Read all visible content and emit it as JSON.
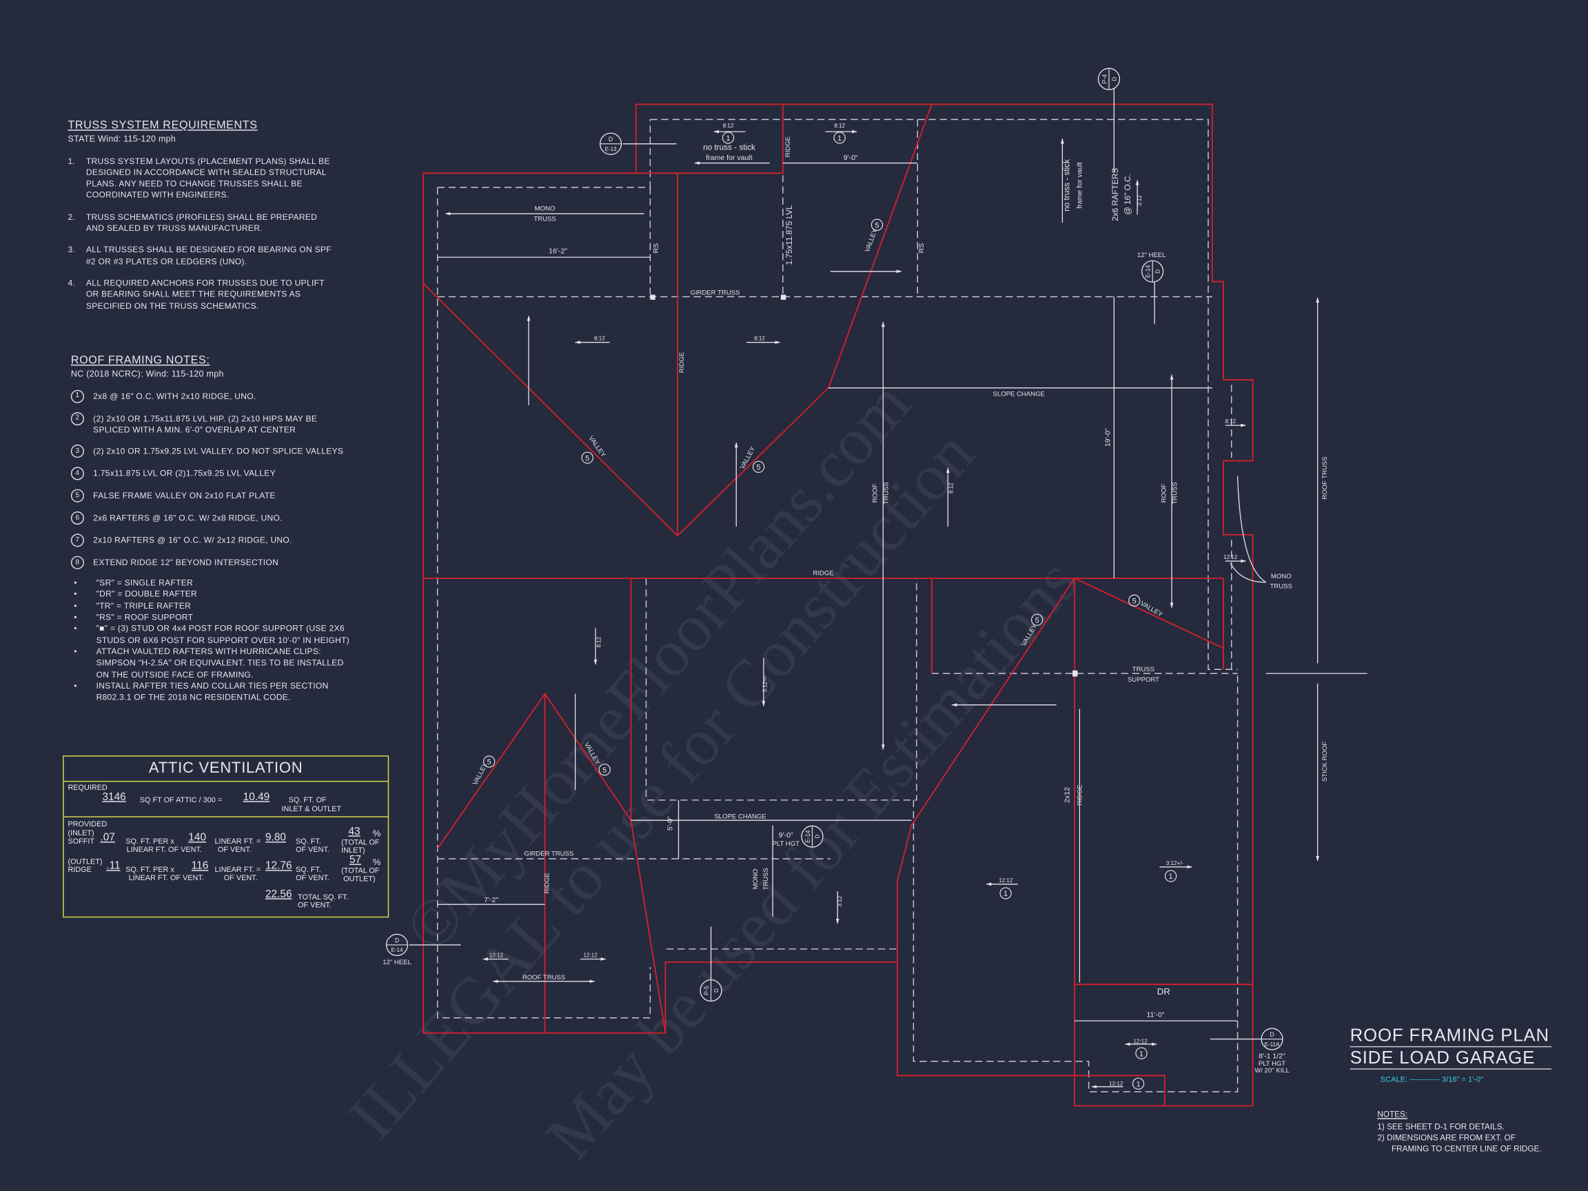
{
  "truss_requirements": {
    "heading": "TRUSS SYSTEM REQUIREMENTS",
    "subheading": "STATE Wind: 115-120 mph",
    "items": [
      {
        "num": "1.",
        "text": "TRUSS SYSTEM LAYOUTS (PLACEMENT PLANS) SHALL BE DESIGNED IN ACCORDANCE WITH SEALED STRUCTURAL PLANS. ANY NEED TO CHANGE TRUSSES SHALL BE COORDINATED WITH ENGINEERS."
      },
      {
        "num": "2.",
        "text": "TRUSS SCHEMATICS (PROFILES) SHALL BE PREPARED AND SEALED BY TRUSS MANUFACTURER."
      },
      {
        "num": "3.",
        "text": "ALL TRUSSES SHALL BE DESIGNED FOR BEARING ON SPF #2 OR #3 PLATES OR LEDGERS (UNO)."
      },
      {
        "num": "4.",
        "text": "ALL REQUIRED ANCHORS FOR TRUSSES DUE TO UPLIFT OR BEARING SHALL MEET THE REQUIREMENTS AS SPECIFIED ON THE TRUSS SCHEMATICS."
      }
    ]
  },
  "roof_framing_notes": {
    "heading": "ROOF FRAMING NOTES:",
    "subheading": "NC (2018 NCRC): Wind: 115-120 mph",
    "items": [
      {
        "num": "1",
        "text": "2x8 @ 16\" O.C. WITH 2x10 RIDGE, UNO."
      },
      {
        "num": "2",
        "text": "(2) 2x10 OR 1.75x11.875 LVL HIP. (2) 2x10 HIPS MAY BE SPLICED WITH A MIN. 6'-0\" OVERLAP AT CENTER"
      },
      {
        "num": "3",
        "text": "(2) 2x10 OR 1.75x9.25 LVL VALLEY. DO NOT SPLICE VALLEYS"
      },
      {
        "num": "4",
        "text": "1.75x11.875 LVL OR (2)1.75x9.25 LVL VALLEY"
      },
      {
        "num": "5",
        "text": "FALSE FRAME VALLEY ON 2x10 FLAT PLATE"
      },
      {
        "num": "6",
        "text": "2x6 RAFTERS @ 16\" O.C. W/ 2x8 RIDGE, UNO."
      },
      {
        "num": "7",
        "text": "2x10 RAFTERS @ 16\" O.C. W/ 2x12 RIDGE, UNO."
      },
      {
        "num": "8",
        "text": "EXTEND RIDGE 12\" BEYOND INTERSECTION"
      }
    ],
    "bullets": [
      "\"SR\" = SINGLE RAFTER",
      "\"DR\" = DOUBLE RAFTER",
      "\"TR\" = TRIPLE RAFTER",
      "\"RS\" = ROOF SUPPORT",
      "\"■\" = (3) STUD OR 4x4 POST FOR ROOF SUPPORT (USE 2X6 STUDS OR 6X6 POST FOR SUPPORT OVER 10'-0\" IN HEIGHT)",
      "ATTACH VAULTED RAFTERS WITH HURRICANE CLIPS: SIMPSON \"H-2.5A\" OR EQUIVALENT. TIES TO BE INSTALLED ON THE OUTSIDE FACE OF FRAMING.",
      "INSTALL RAFTER TIES AND COLLAR TIES PER SECTION R802.3.1 OF THE 2018 NC RESIDENTIAL CODE."
    ]
  },
  "attic_ventilation": {
    "title": "ATTIC VENTILATION",
    "required_label": "REQUIRED",
    "attic_sqft": "3146",
    "attic_formula": "SQ FT OF ATTIC / 300 =",
    "required_vent": "10.49",
    "required_unit_1": "SQ. FT. OF",
    "required_unit_2": "INLET & OUTLET",
    "provided_label": "PROVIDED",
    "inlet_label": "(INLET)",
    "soffit_label": "SOFFIT",
    "soffit_rate": ".07",
    "outlet_label": "(OUTLET)",
    "ridge_label": "RIDGE",
    "ridge_rate": ".11",
    "per_label": "SQ. FT. PER x",
    "per_label_2": "LINEAR FT. OF VENT.",
    "soffit_lf": "140",
    "ridge_lf": "116",
    "lf_label": "LINEAR FT. =",
    "lf_label_2": "OF VENT.",
    "soffit_area": "9.80",
    "ridge_area": "12.76",
    "area_label": "SQ. FT.",
    "area_label_2": "OF VENT.",
    "inlet_pct": "43",
    "outlet_pct": "57",
    "pct_sign": "%",
    "inlet_pct_label_1": "(TOTAL OF",
    "inlet_pct_label_2": "INLET)",
    "outlet_pct_label_1": "(TOTAL OF",
    "outlet_pct_label_2": "OUTLET)",
    "total": "22.56",
    "total_label_1": "TOTAL SQ. FT.",
    "total_label_2": "OF VENT."
  },
  "title_block": {
    "title_1": "ROOF FRAMING PLAN",
    "title_2": "SIDE LOAD GARAGE",
    "scale": "SCALE: ------------ 3/16\" = 1'-0\"",
    "notes_heading": "NOTES:",
    "notes": [
      "1) SEE SHEET D-1 FOR DETAILS.",
      "2) DIMENSIONS ARE FROM EXT. OF",
      "FRAMING TO CENTER LINE OF RIDGE."
    ]
  },
  "watermark": [
    "©MyHomeFloorPlans.com",
    "ILLEGAL to use for Construction",
    "May be used for Estimations"
  ],
  "plan": {
    "labels": [
      "MONO",
      "TRUSS",
      "16'-2\"",
      "RS",
      "GIRDER TRUSS",
      "8:12",
      "RIDGE",
      "8:12",
      "VALLEY",
      "VALLEY",
      "8:12",
      "no truss - stick",
      "frame for vault",
      "RIDGE",
      "8:12",
      "9'-0\"",
      "1.75x11.875 LVL",
      "VALLEY",
      "RS",
      "no truss - stick",
      "frame for vault",
      "2x6 RAFTERS",
      "@ 16\" O.C.",
      "3:12",
      "12\" HEEL",
      "SLOPE CHANGE",
      "19'-0\"",
      "ROOF",
      "TRUSS",
      "8:12",
      "ROOF",
      "TRUSS",
      "8:12",
      "12:12",
      "MONO",
      "TRUSS",
      "ROOF TRUSS",
      "STICK ROOF",
      "RIDGE",
      "8:12",
      "3:12+/-",
      "VALLEY",
      "VALLEY",
      "TRUSS",
      "SUPPORT",
      "VALLEY",
      "VALLEY",
      "5'-0\"",
      "SLOPE CHANGE",
      "9'-0\"",
      "PLT HGT",
      "GIRDER TRUSS",
      "RIDGE",
      "MONO",
      "TRUSS",
      "3:12",
      "2x12",
      "RIDGE",
      "12:12",
      "3:12+/-",
      "7'-2\"",
      "12:12",
      "12:12",
      "ROOF TRUSS",
      "12\" HEEL",
      "DR",
      "11'-0\"",
      "12:12",
      "12:12",
      "8'-1 1/2\"",
      "PLT HGT",
      "W/ 20\" KILL"
    ],
    "section_markers": [
      {
        "top": "D",
        "bottom": "E-13"
      },
      {
        "top": "P-4",
        "bottom": "D"
      },
      {
        "top": "E-14",
        "bottom": "D"
      },
      {
        "top": "E-14",
        "bottom": "D"
      },
      {
        "top": "D",
        "bottom": "E-14"
      },
      {
        "top": "P-5",
        "bottom": "D"
      },
      {
        "top": "D",
        "bottom": "E-11A"
      }
    ],
    "note_refs": [
      "1",
      "1",
      "5",
      "5",
      "5",
      "5",
      "5",
      "5",
      "5",
      "1",
      "1",
      "1",
      "1"
    ],
    "colors": {
      "background": "#252a3d",
      "outline": "#d0202c",
      "linework": "#e4e4ea",
      "attic_border": "#d8d84a",
      "scale": "#3cd0e0"
    }
  }
}
